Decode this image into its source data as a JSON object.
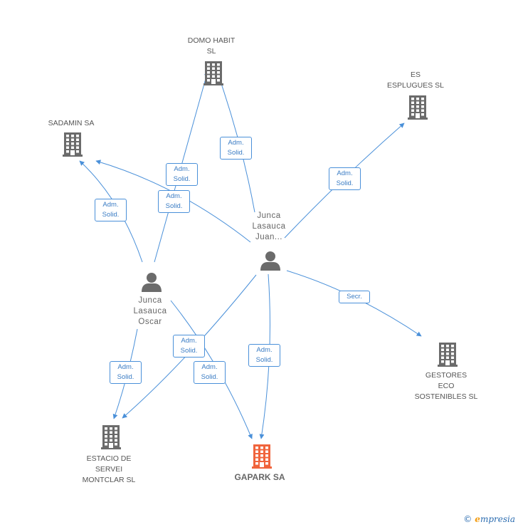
{
  "colors": {
    "edge": "#4a90d9",
    "company": "#6b6b6b",
    "focus_company": "#f0643c",
    "person": "#6b6b6b"
  },
  "nodes": {
    "domo_habit": {
      "lines": [
        "DOMO HABIT",
        "SL"
      ],
      "icon": "building-icon"
    },
    "es_esplugues": {
      "lines": [
        "ES",
        "ESPLUGUES SL"
      ],
      "icon": "building-icon"
    },
    "sadamin": {
      "lines": [
        "SADAMIN SA"
      ],
      "icon": "building-icon"
    },
    "juan": {
      "lines": [
        "Junca",
        "Lasauca",
        "Juan..."
      ],
      "icon": "person-icon"
    },
    "oscar": {
      "lines": [
        "Junca",
        "Lasauca",
        "Oscar"
      ],
      "icon": "person-icon"
    },
    "gestores": {
      "lines": [
        "GESTORES",
        "ECO",
        "SOSTENIBLES SL"
      ],
      "icon": "building-icon"
    },
    "estacio": {
      "lines": [
        "ESTACIO DE",
        "SERVEI",
        "MONTCLAR SL"
      ],
      "icon": "building-icon"
    },
    "gapark": {
      "lines": [
        "GAPARK SA"
      ],
      "icon": "building-icon"
    }
  },
  "edge_labels": {
    "adm_solid": [
      "Adm.",
      "Solid."
    ],
    "secr": [
      "Secr."
    ]
  },
  "footer": {
    "copyright": "©",
    "brand_initial": "e",
    "brand_rest": "mpresia"
  }
}
